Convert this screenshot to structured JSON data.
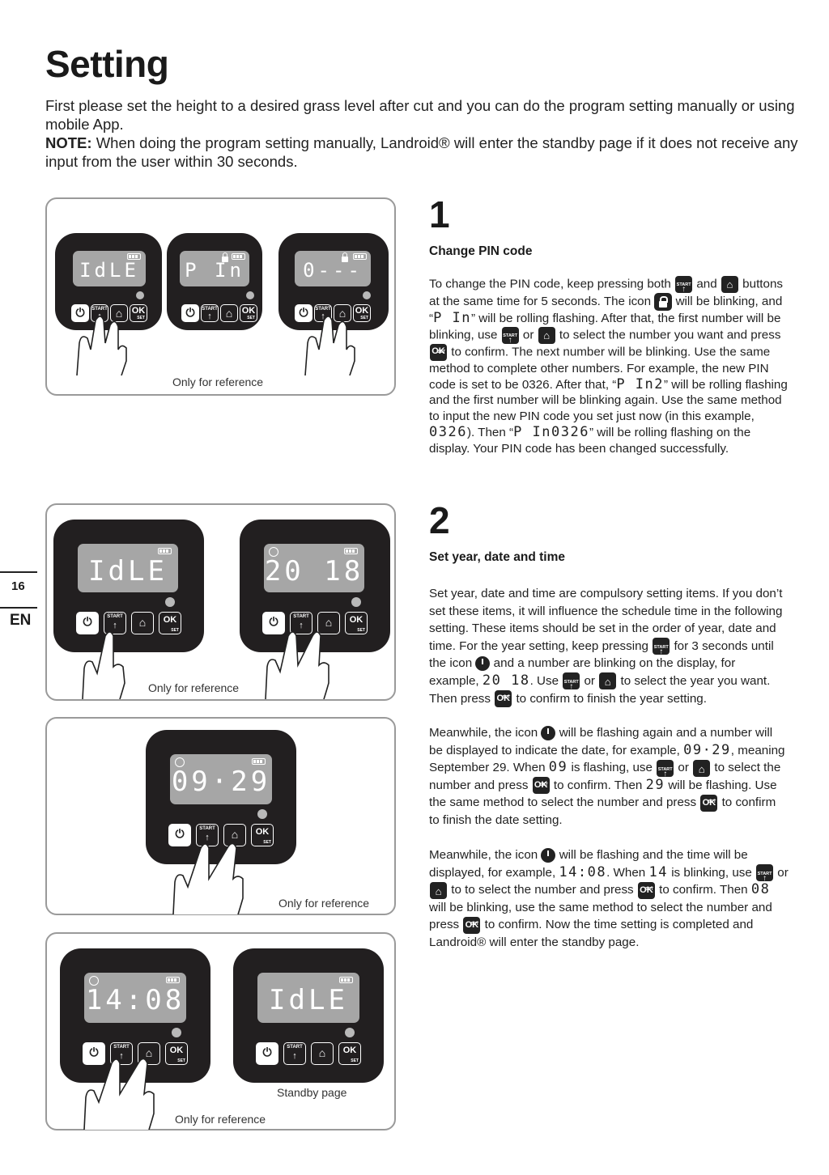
{
  "page": {
    "title": "Setting",
    "intro_line1": "First please set the height to a desired grass level after cut and you can do the program setting manually or using mobile App.",
    "note_label": "NOTE:",
    "note_text": "When doing the program setting manually, Landroid® will enter the standby page if it does not receive any input from the user within 30 seconds.",
    "page_number": "16",
    "language": "EN"
  },
  "figures": {
    "reference_label": "Only for reference",
    "standby_label": "Standby page",
    "fig1_screens": [
      "IdLE",
      "P In",
      "0---"
    ],
    "fig2_screens": [
      "IdLE",
      "20 18"
    ],
    "fig3_screen": "09·29",
    "fig4_screens": [
      "14:08",
      "IdLE"
    ],
    "button_start": "START",
    "button_ok": "OK",
    "button_set": "SET"
  },
  "step1": {
    "number": "1",
    "heading": "Change PIN code",
    "t1": "To change the PIN code, keep pressing both",
    "t2": "and",
    "t3": "buttons at the same time for 5 seconds. The icon",
    "t4": "will be blinking, and “",
    "seg_pin": "P In",
    "t5": "” will be rolling flashing. After that, the first number will be blinking, use",
    "t6": "or",
    "t7": "to select the number you want and press",
    "t8": "to confirm. The next number will be blinking. Use the same method to complete other numbers. For example, the new PIN code is set to be 0326. After that, “",
    "seg_pin2": "P In2",
    "t9": "” will be rolling flashing and the first number will be blinking again. Use the same method to input the new PIN code you set just now (in this example,",
    "seg_code": "0326",
    "t10": "). Then “",
    "seg_pin3": "P In0326",
    "t11": "” will be rolling flashing on the display. Your PIN code has been changed successfully."
  },
  "step2": {
    "number": "2",
    "heading": "Set year, date and time",
    "p1a": "Set year, date and time are compulsory setting items. If you don’t set these items, it will influence the schedule time in the following setting. These items should be set in the order of year, date and time. For the year setting, keep pressing",
    "p1b": "for 3 seconds until the icon",
    "p1c": "and a number are blinking on the display, for example,",
    "seg_year": "20 18",
    "p1d": ". Use",
    "p1e": "or",
    "p1f": "to select the year you want. Then press",
    "p1g": "to confirm to finish the year setting.",
    "p2a": "Meanwhile, the icon",
    "p2b": "will be flashing again and a number will be displayed to indicate the date, for example,",
    "seg_date": "09·29",
    "p2c": ", meaning September 29. When",
    "seg_09": "09",
    "p2d": "is flashing, use",
    "p2e": "or",
    "p2f": "to select the number and press",
    "p2g": "to confirm. Then",
    "seg_29": "29",
    "p2h": "will be flashing. Use the same method to select the number and press",
    "p2i": "to confirm to finish the date setting.",
    "p3a": "Meanwhile, the icon",
    "p3b": "will be flashing and the time will be displayed, for example,",
    "seg_time": "14:08",
    "p3c": ". When",
    "seg_14": "14",
    "p3d": "is blinking, use",
    "p3e": "or",
    "p3f": "to to select the number and press",
    "p3g": "to confirm. Then",
    "seg_08": "08",
    "p3h": "will be blinking, use the same method to select the number and press",
    "p3i": "to confirm. Now the time setting is completed and Landroid® will enter the standby page."
  }
}
